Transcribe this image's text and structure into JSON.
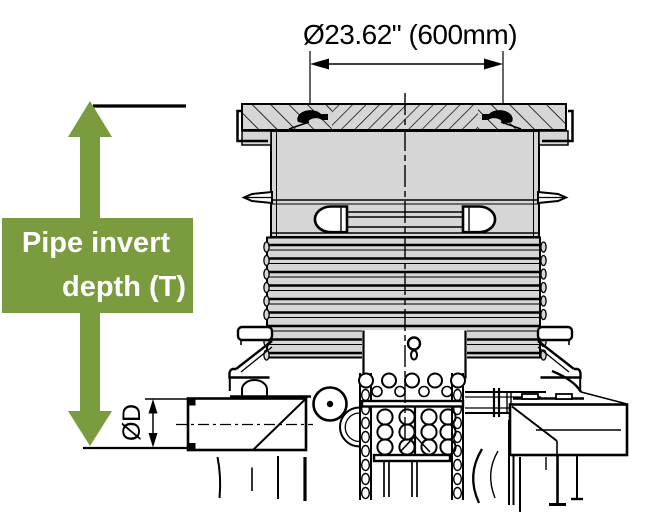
{
  "diagram": {
    "type": "technical-drawing",
    "subject": "Corrugated manhole riser cross-section with dimension callouts",
    "labels": {
      "top_diameter": "Ø23.62\" (600mm)",
      "invert_line1": "Pipe invert",
      "invert_line2": "depth (T)",
      "pipe_diameter": "ØD"
    },
    "colors": {
      "accent_green": "#7A9B3E",
      "body_gray": "#D6D6D6",
      "line_black": "#000000",
      "background": "#FFFFFF"
    }
  }
}
